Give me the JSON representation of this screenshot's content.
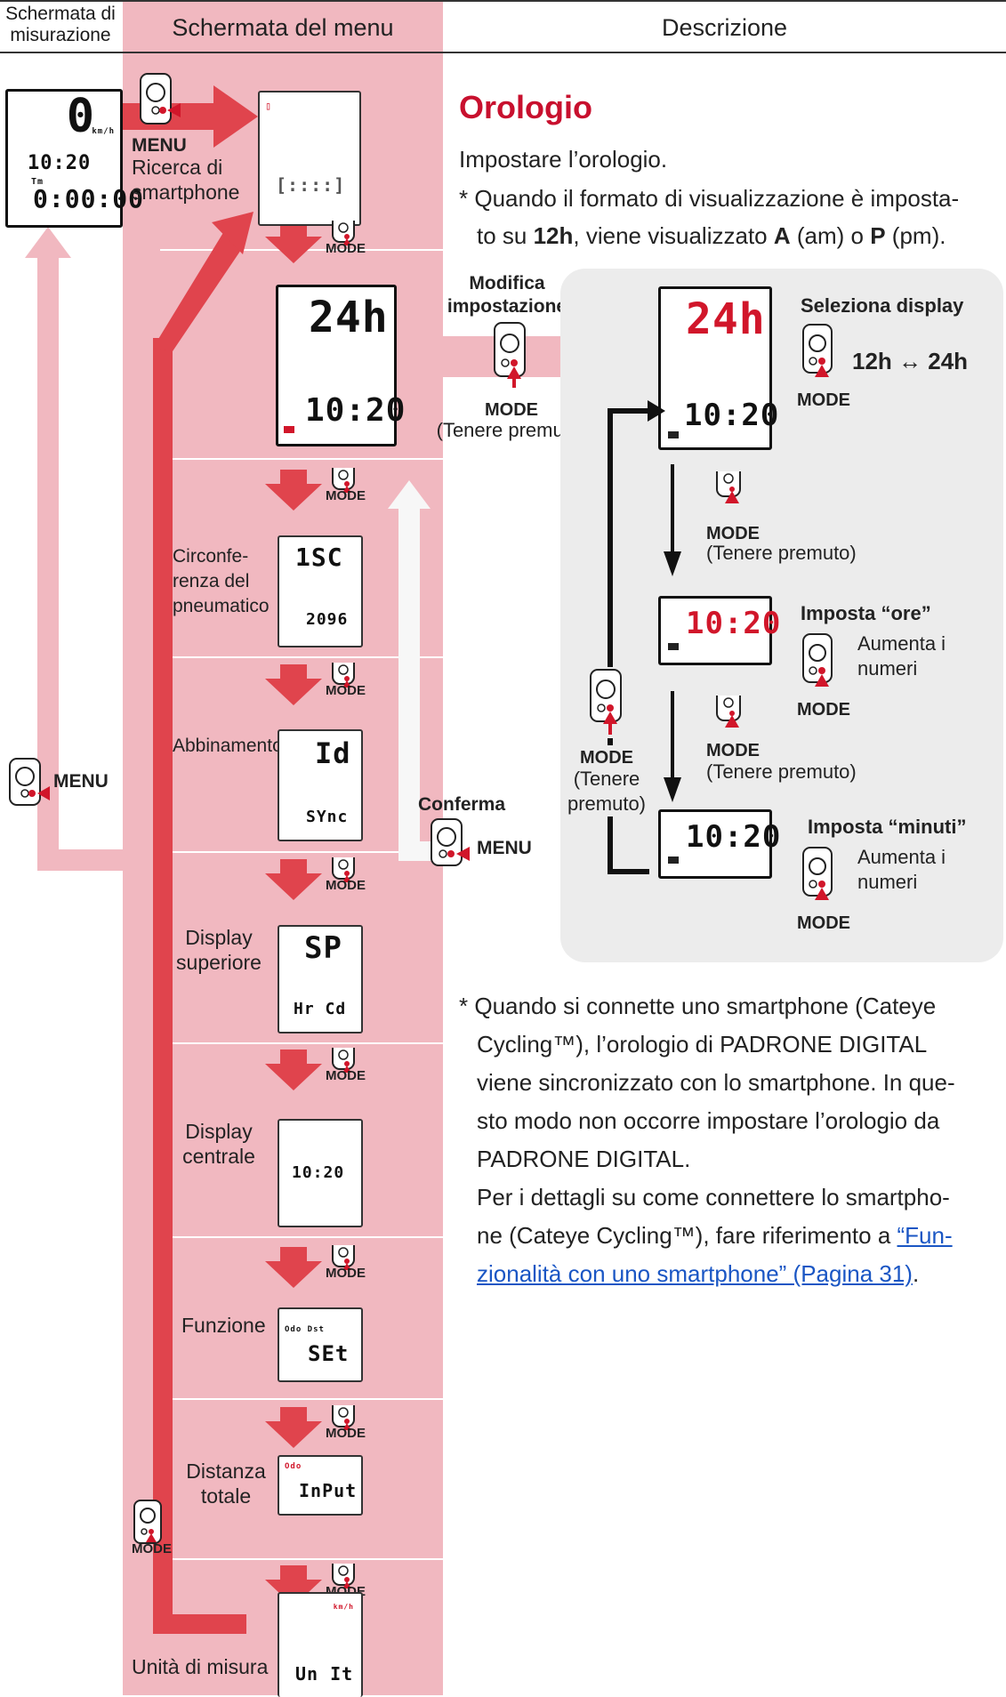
{
  "header": {
    "col1_line1": "Schermata di",
    "col1_line2": "misurazione",
    "col2": "Schermata del menu",
    "col3": "Descrizione"
  },
  "measure_screen": {
    "speed": "0",
    "unit": "km/h",
    "clock": "10:20",
    "tm": "Tm",
    "time": "0:00:00"
  },
  "left_button": {
    "label": "MENU"
  },
  "top_button": {
    "label": "MENU",
    "caption_line1": "Ricerca di",
    "caption_line2": "smartphone"
  },
  "mode_label": "MODE",
  "menu_items": [
    {
      "label_lines": [
        "Circonfe-",
        "renza del",
        "pneumatico"
      ],
      "top": "1SC",
      "bottom": "2096"
    },
    {
      "label_lines": [
        "Abbinamento"
      ],
      "top": "Id",
      "bottom": "SYnc"
    },
    {
      "label_lines": [
        "Display",
        "superiore"
      ],
      "top": "SP",
      "bottom": "Hr Cd"
    },
    {
      "label_lines": [
        "Display",
        "centrale"
      ],
      "top": "",
      "bottom": "10:20"
    },
    {
      "label_lines": [
        "Funzione"
      ],
      "top": "Odo Dst",
      "bottom": "SEt"
    },
    {
      "label_lines": [
        "Distanza",
        "totale"
      ],
      "top": "Odo",
      "bottom": "InPut"
    },
    {
      "label_lines": [
        "Unità di misura"
      ],
      "top": "km/h",
      "bottom": "Un It"
    }
  ],
  "clock_screen": {
    "top": "24h",
    "bottom": "10:20"
  },
  "bottom_mode_button": {
    "label": "MODE"
  },
  "description": {
    "title": "Orologio",
    "intro": "Impostare l’orologio.",
    "note1_a": "* Quando il formato di visualizzazione è imposta-",
    "note1_b_pre": "to su ",
    "note1_b_12h": "12h",
    "note1_b_mid": ", viene visualizzato ",
    "note1_b_A": "A",
    "note1_b_am": " (am) o ",
    "note1_b_P": "P",
    "note1_b_end": " (pm).",
    "modify_line1": "Modifica",
    "modify_line2": "impostazione",
    "modify_mode": "MODE",
    "modify_hold": "(Tenere premuto)",
    "confirm": "Conferma",
    "confirm_btn": "MENU",
    "panel": {
      "select_display": "Seleziona display",
      "toggle": "12h ↔ 24h",
      "mode": "MODE",
      "hold": "(Tenere premuto)",
      "set_hours": "Imposta “ore”",
      "increase_line1": "Aumenta i",
      "increase_line2": "numeri",
      "set_minutes": "Imposta “minuti”",
      "back_mode": "MODE",
      "back_hold_line1": "(Tenere",
      "back_hold_line2": "premuto)",
      "screen1_top": "24h",
      "screen1_bottom": "10:20",
      "screen2": "10:20",
      "screen3": "10:20"
    },
    "note2_lines": [
      "* Quando si connette uno smartphone (Cateye",
      "Cycling™), l’orologio di PADRONE DIGITAL",
      "viene sincronizzato con lo smartphone. In que-",
      "sto modo non occorre impostare l’orologio da",
      "PADRONE DIGITAL.",
      "Per i dettagli su come connettere lo smartpho-"
    ],
    "note2_last_pre": "ne (Cateye Cycling™), fare riferimento a ",
    "link_part1": "“Fun-",
    "link_part2": "zionalità con uno smartphone” (Pagina 31)",
    "link_end": "."
  },
  "colors": {
    "band": "#f1b8c0",
    "arrow": "#e0444d",
    "accent": "#c8102e"
  }
}
